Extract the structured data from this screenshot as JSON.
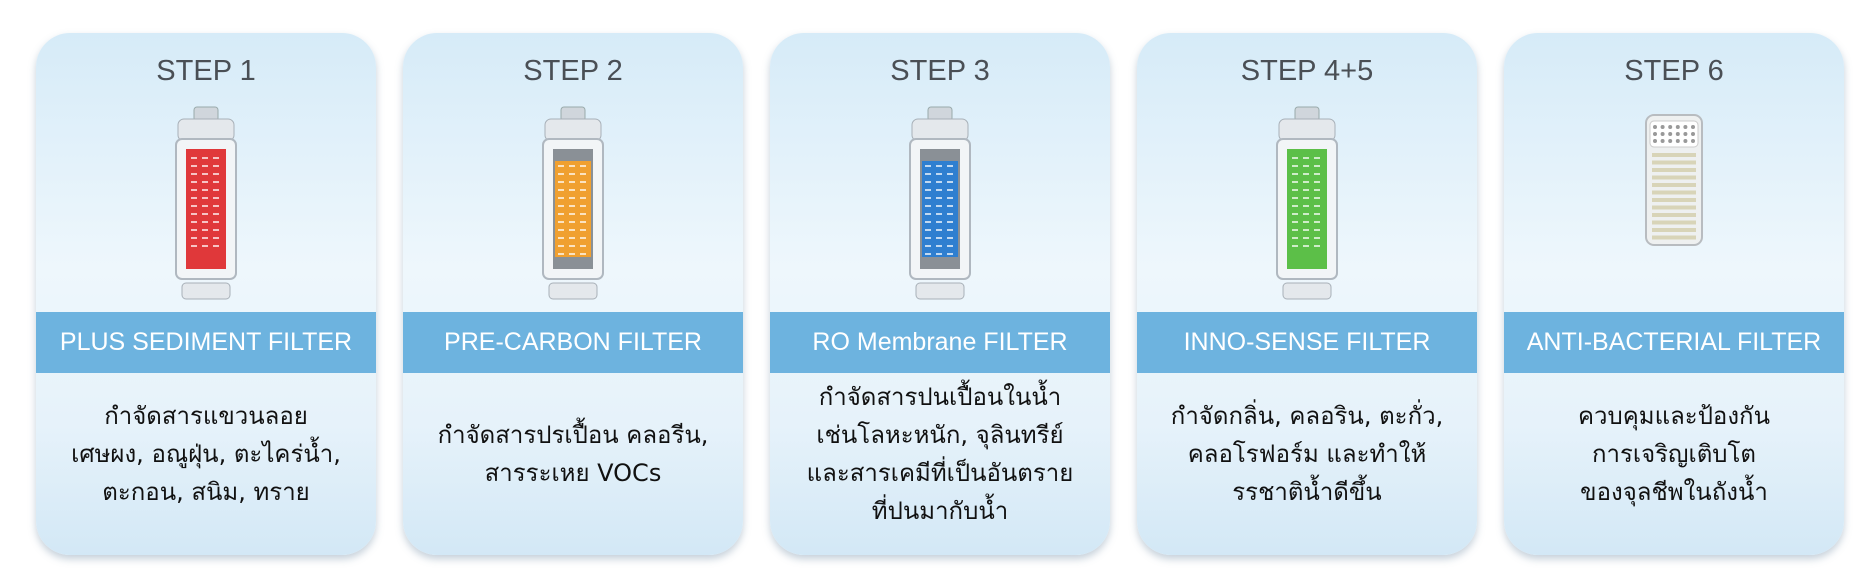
{
  "cards": [
    {
      "step": "STEP 1",
      "title": "PLUS SEDIMENT FILTER",
      "lines": [
        "กำจัดสารแขวนลอย",
        "เศษผง, อณูฝุ่น, ตะไคร่น้ำ,",
        "ตะกอน, สนิม, ทราย"
      ],
      "color": "#e0383a"
    },
    {
      "step": "STEP 2",
      "title": "PRE-CARBON FILTER",
      "lines": [
        "กำจัดสารปรเปื้อน คลอรีน,",
        "สารระเหย VOCs"
      ],
      "color": "#f0a030"
    },
    {
      "step": "STEP 3",
      "title": "RO Membrane FILTER",
      "lines": [
        "กำจัดสารปนเปื้อนในน้ำ",
        "เช่นโลหะหนัก, จุลินทรีย์",
        "และสารเคมีที่เป็นอันตราย",
        "ที่ปนมากับน้ำ"
      ],
      "color": "#2f7fd0"
    },
    {
      "step": "STEP 4+5",
      "title": "INNO-SENSE FILTER",
      "lines": [
        "กำจัดกลิ่น, คลอริน, ตะกั่ว,",
        "คลอโรฟอร์ม และทำให้",
        "รรชาติน้ำดีขึ้น"
      ],
      "color": "#5cbf48"
    },
    {
      "step": "STEP 6",
      "title": "ANTI-BACTERIAL FILTER",
      "lines": [
        "ควบคุมและป้องกัน",
        "การเจริญเติบโต",
        "ของจุลชีพในถังน้ำ"
      ],
      "color": "#d8d4b8"
    }
  ]
}
